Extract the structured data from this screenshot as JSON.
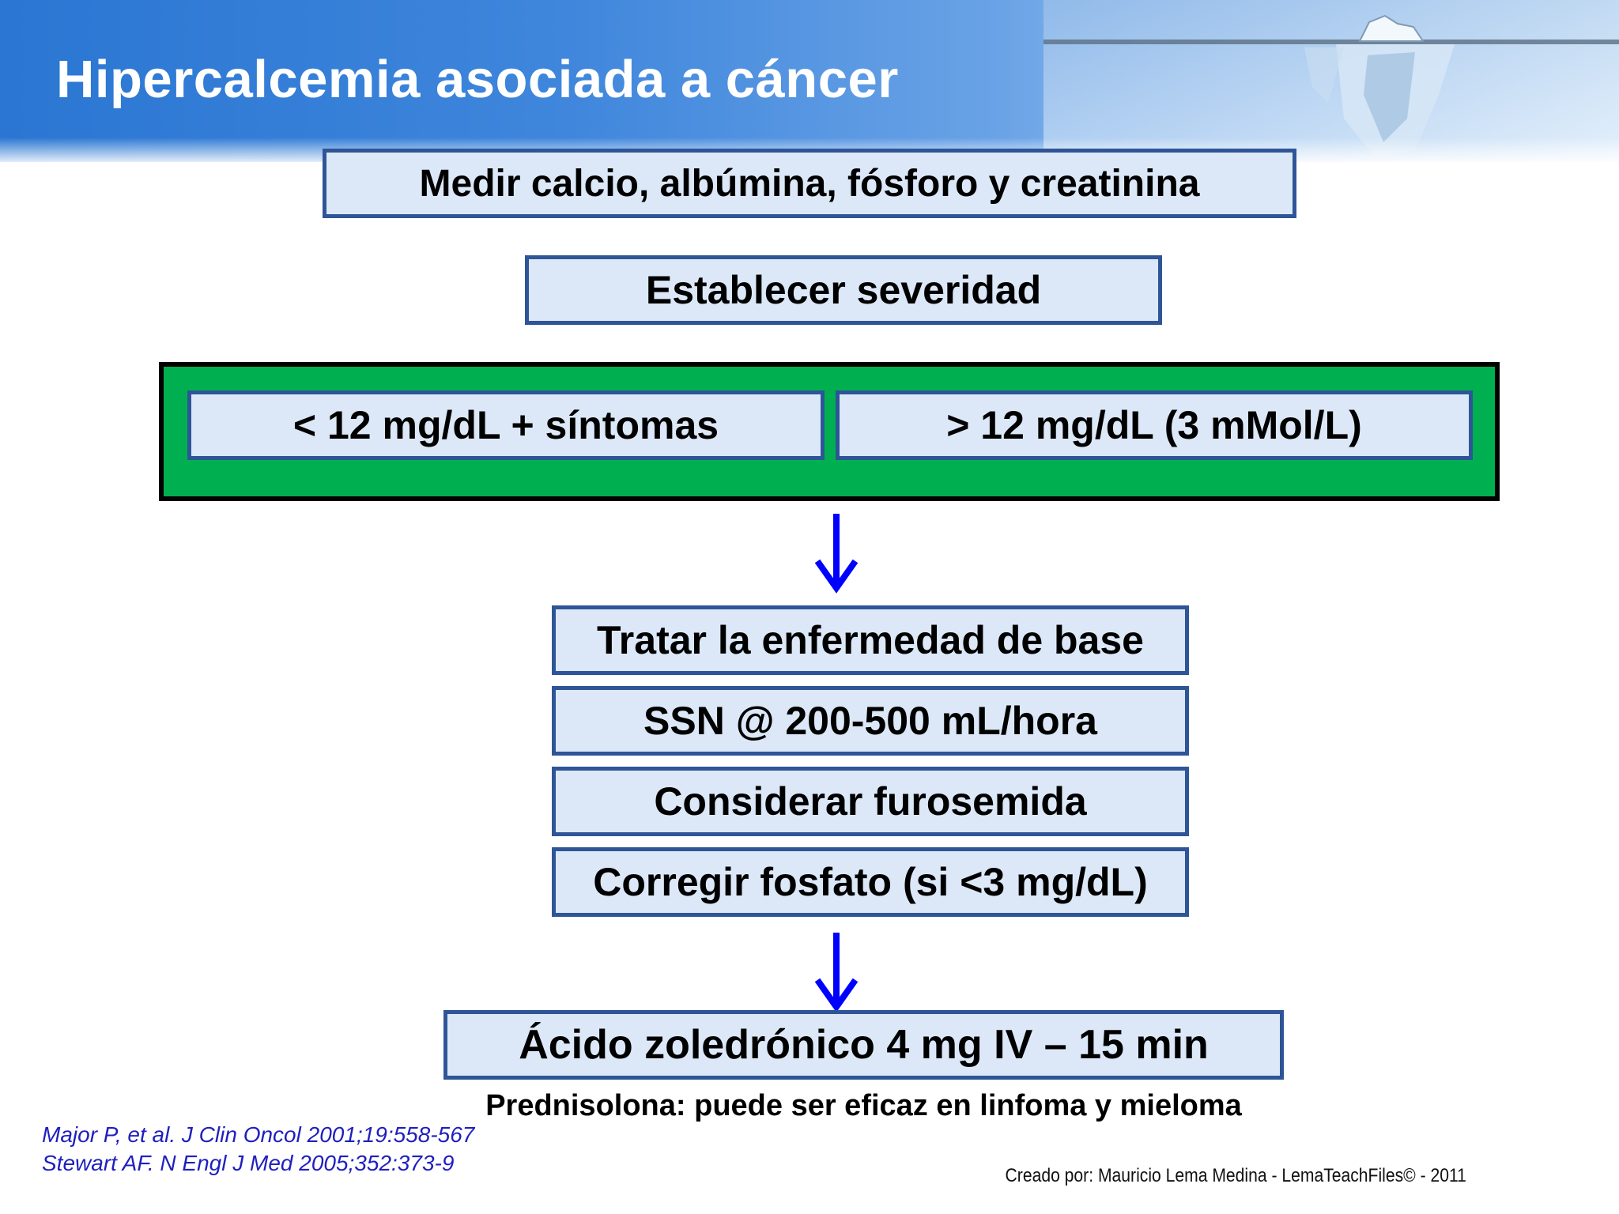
{
  "slide": {
    "title": "Hipercalcemia asociada a cáncer",
    "colors": {
      "banner": "#2a76d2",
      "box_fill": "#dce8f7",
      "box_border": "#2e5597",
      "group_fill": "#00b050",
      "arrow": "#0000ff",
      "reference_text": "#1f1fbf"
    }
  },
  "flow": {
    "step1": "Medir calcio, albúmina, fósforo y creatinina",
    "step2": "Establecer severidad",
    "severity_left": "< 12 mg/dL + síntomas",
    "severity_right": "> 12 mg/dL (3 mMol/L)",
    "treatments": [
      "Tratar la enfermedad de base",
      "SSN @ 200-500 mL/hora",
      "Considerar furosemida",
      "Corregir fosfato (si <3 mg/dL)"
    ],
    "final": "Ácido zoledrónico 4 mg IV – 15 min",
    "note": "Prednisolona: puede ser eficaz en linfoma y mieloma"
  },
  "references": [
    "Major P, et al. J Clin Oncol 2001;19:558-567",
    "Stewart AF. N Engl J Med 2005;352:373-9"
  ],
  "credit": "Creado por: Mauricio Lema Medina - LemaTeachFiles© - 2011"
}
